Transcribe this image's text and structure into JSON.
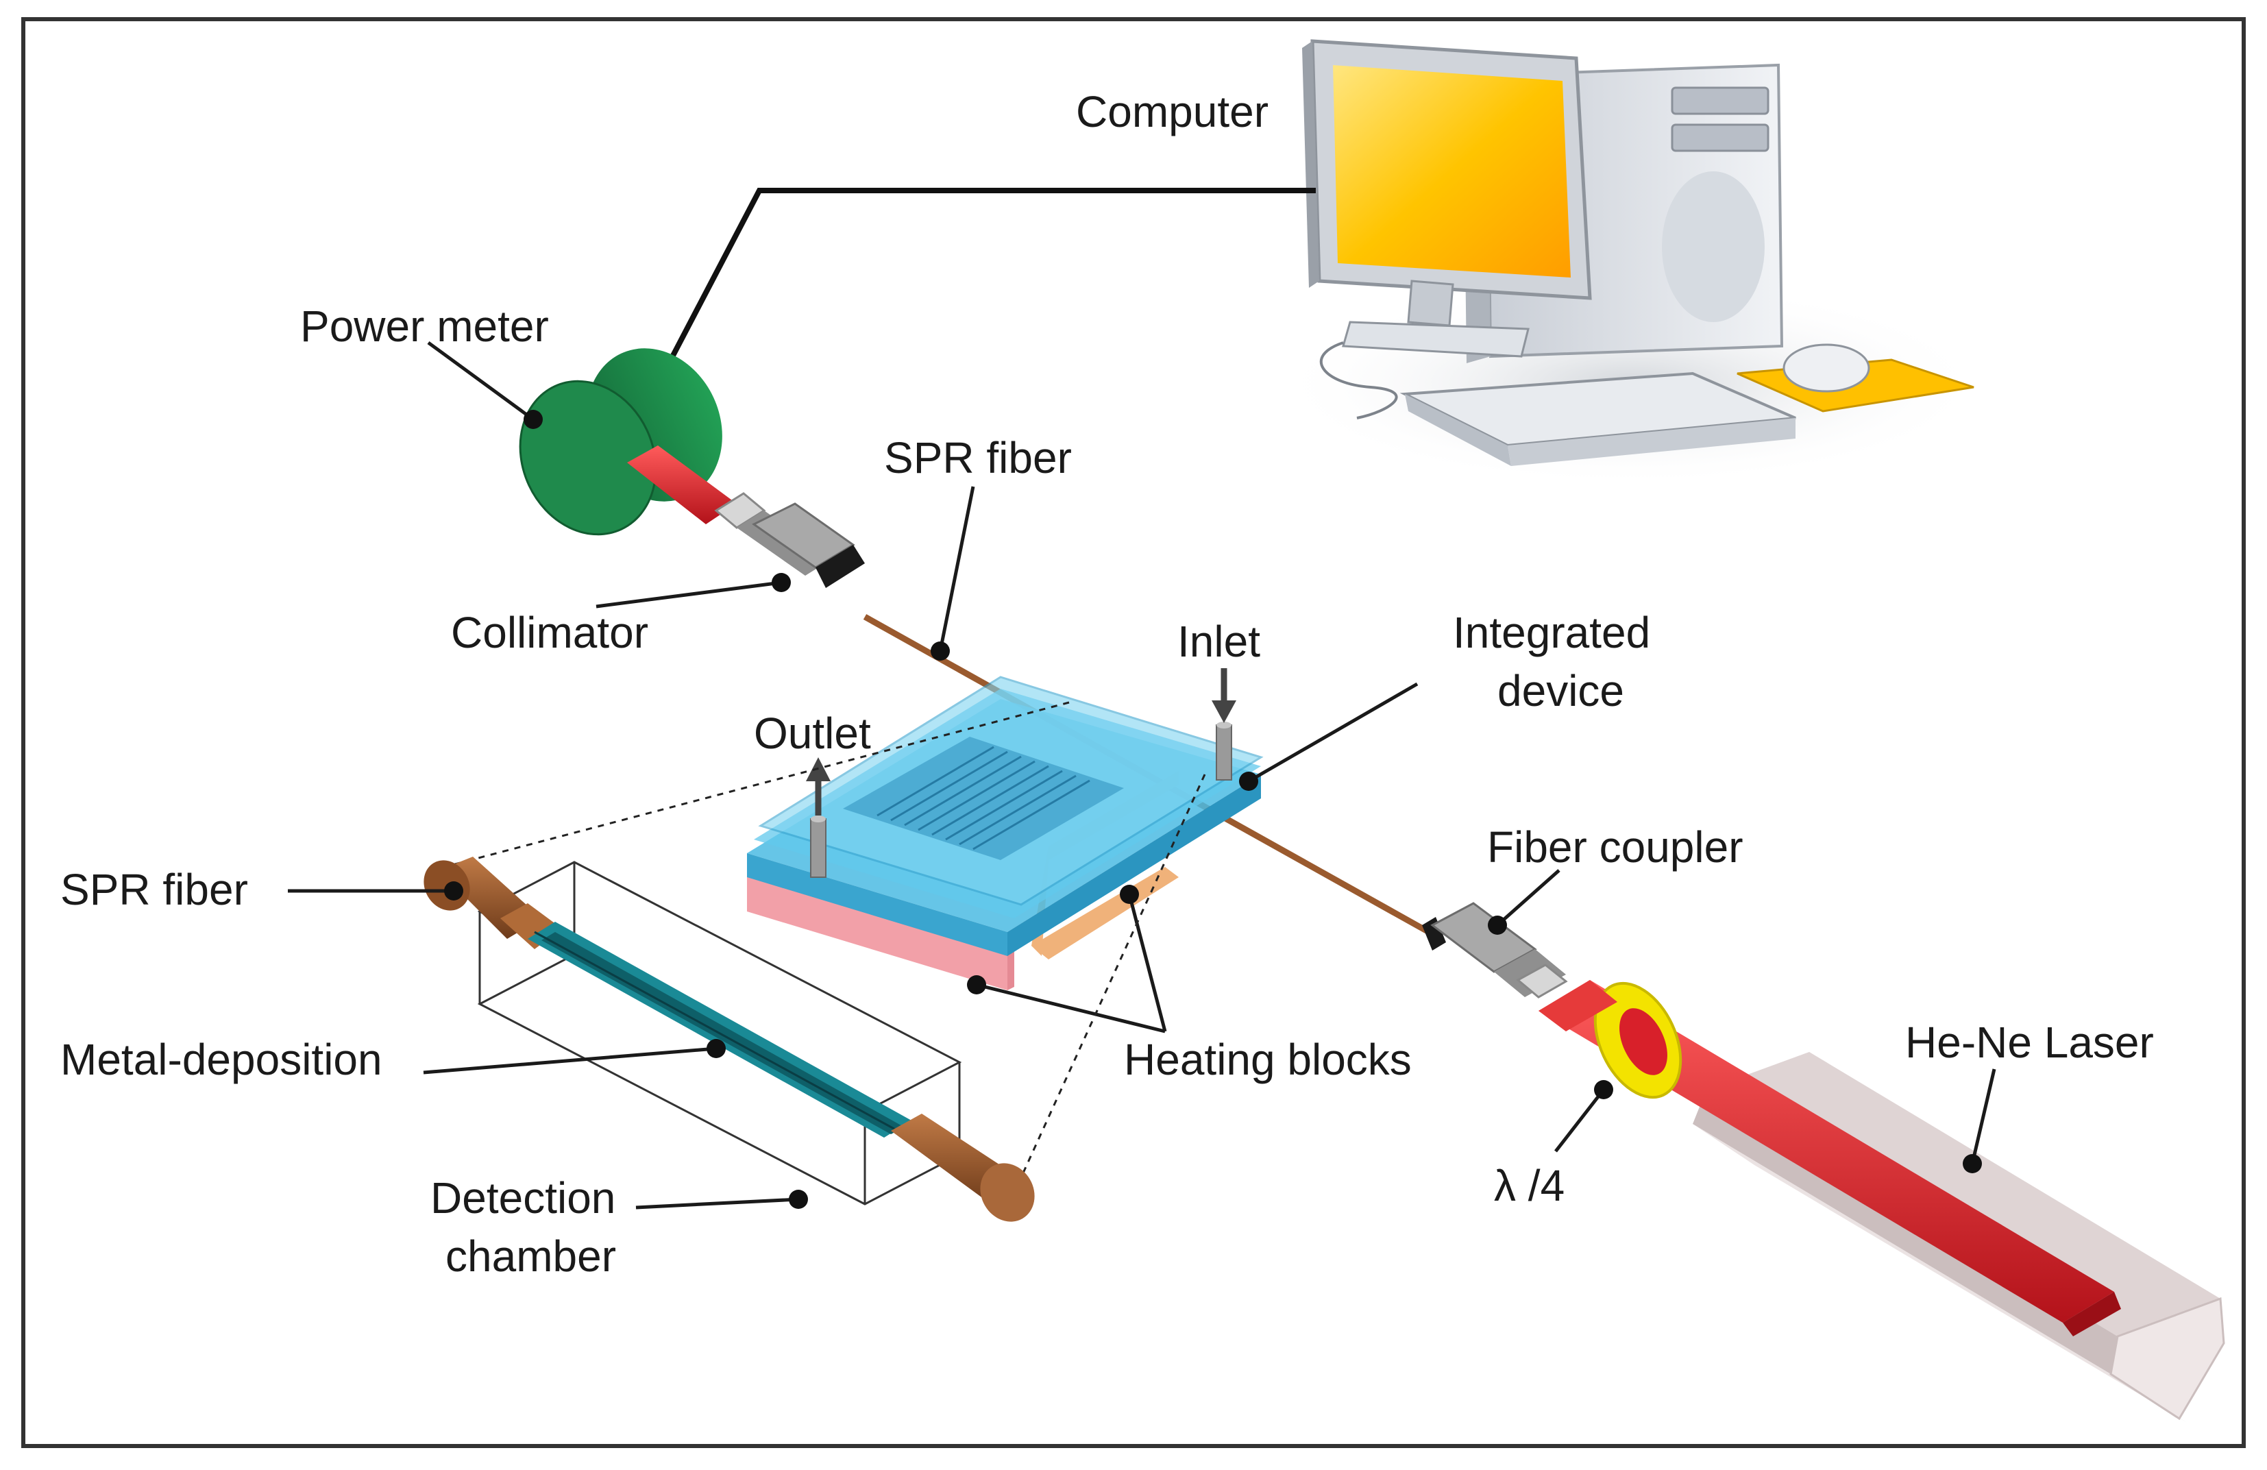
{
  "labels": {
    "computer": "Computer",
    "power_meter": "Power meter",
    "spr_fiber_top": "SPR fiber",
    "collimator": "Collimator",
    "inlet": "Inlet",
    "integrated_device_line1": "Integrated",
    "integrated_device_line2": "device",
    "outlet": "Outlet",
    "fiber_coupler": "Fiber coupler",
    "spr_fiber_left": "SPR fiber",
    "metal_deposition": "Metal-deposition",
    "heating_blocks": "Heating blocks",
    "he_ne_laser": "He-Ne Laser",
    "lambda_quarter": "λ /4",
    "detection_chamber_line1": "Detection",
    "detection_chamber_line2": "chamber"
  },
  "colors": {
    "power_meter": "#1f8a4c",
    "laser_core": "#d8202a",
    "laser_housing": "#d9cfcf",
    "device_blue": "#3fb6e0",
    "heating_pink": "#f2a0a8",
    "heating_orange": "#f0b27a",
    "fiber_brown": "#9a5a2e",
    "chamber_teal": "#1a8a96",
    "quarter_wave_plate": "#f3e300",
    "screen_yellow": "#ffc400",
    "mousepad": "#ffc000"
  },
  "icons": [
    "computer-icon",
    "power-meter-icon",
    "laser-icon"
  ]
}
